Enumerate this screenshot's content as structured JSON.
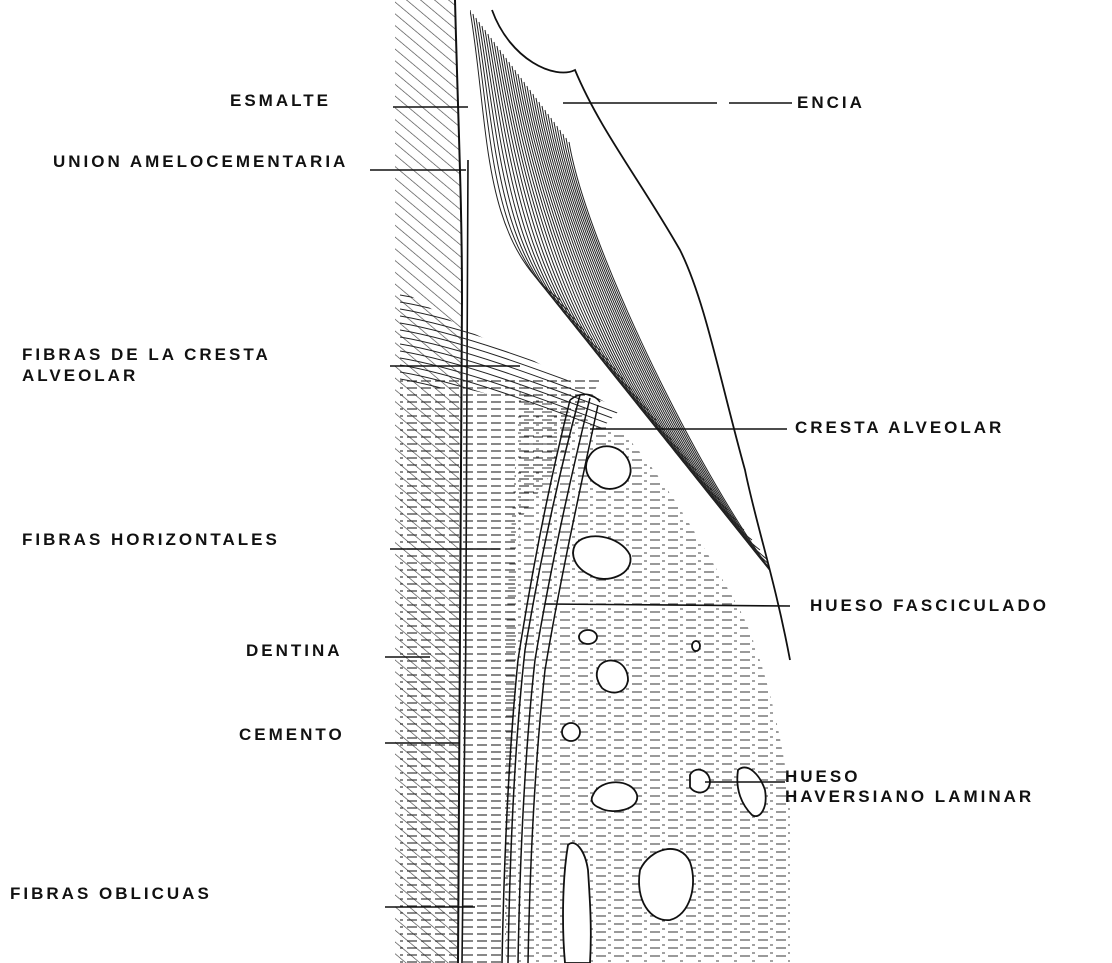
{
  "labels": {
    "esmalte": "ESMALTE",
    "union": "UNION  AMELOCEMENTARIA",
    "fibras_cresta_1": "FIBRAS DE  LA  CRESTA",
    "fibras_cresta_2": "ALVEOLAR",
    "fibras_horizontales": "FIBRAS  HORIZONTALES",
    "dentina": "DENTINA",
    "cemento": "CEMENTO",
    "fibras_oblicuas": "FIBRAS   OBLICUAS",
    "encia": "ENCIA",
    "cresta_alveolar": "CRESTA  ALVEOLAR",
    "hueso_fasciculado": "HUESO    FASCICULADO",
    "hueso_haversiano_1": "HUESO",
    "hueso_haversiano_2": "HAVERSIANO  LAMINAR"
  },
  "colors": {
    "ink": "#111111",
    "paper": "#ffffff"
  }
}
